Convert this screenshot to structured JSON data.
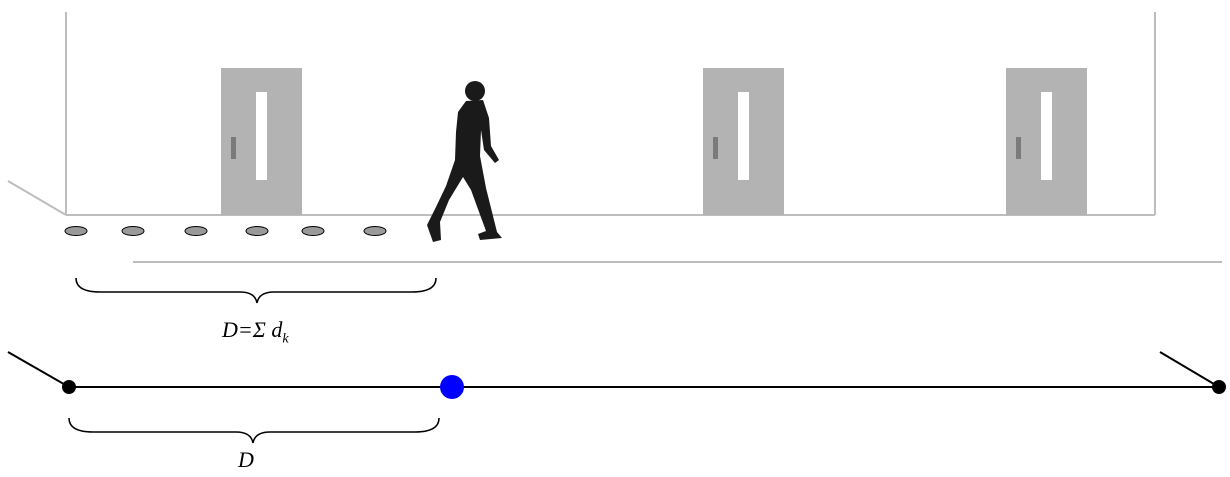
{
  "diagram": {
    "upper_label": {
      "lhs": "D",
      "eq": "=",
      "sigma": "Σ",
      "var": "d",
      "subscript": "k"
    },
    "lower_label": "D",
    "doors": 3,
    "footstep_count": 6,
    "colors": {
      "wall": "#bdbdbd",
      "door": "#b3b3b3",
      "door_window": "#ffffff",
      "footstep_fill": "#9a9a9a",
      "walker": "#1a1a1a",
      "axis": "#000000",
      "position_marker": "#0000ff",
      "endpoint": "#000000"
    }
  }
}
